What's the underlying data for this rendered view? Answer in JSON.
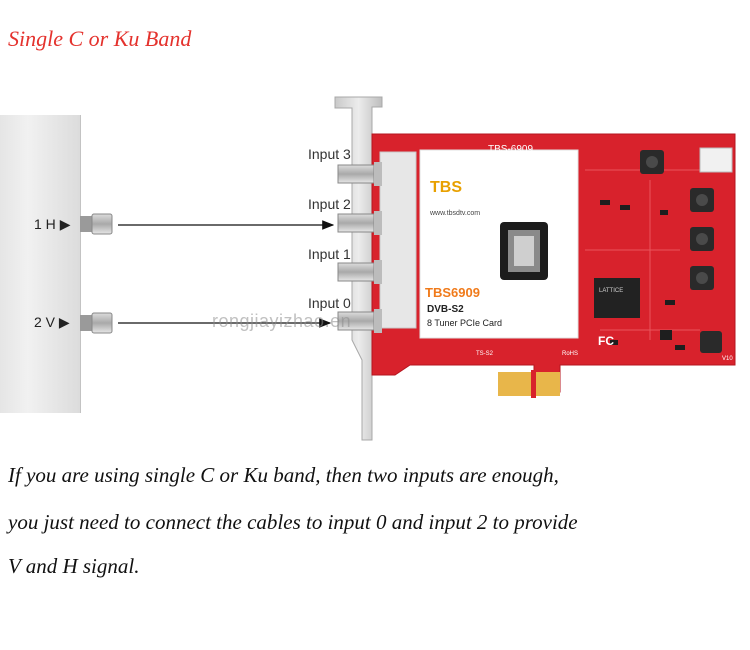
{
  "title": "Single C or Ku Band",
  "switch_ports": [
    {
      "label": "1 H",
      "arrow": "▶"
    },
    {
      "label": "2 V",
      "arrow": "▶"
    }
  ],
  "card_inputs": [
    "Input 3",
    "Input 2",
    "Input 1",
    "Input 0"
  ],
  "card": {
    "model_header": "TBS-6909",
    "brand_logo_text": "TBS",
    "website": "www.tbsdtv.com",
    "model": "TBS6909",
    "standard": "DVB-S2",
    "description": "8 Tuner PCIe Card",
    "chip_brand": "LATTICE",
    "cert_mark": "FC",
    "marking_rohs": "RoHS",
    "marking_v10": "V10",
    "marking_bottom": "TS-S2"
  },
  "watermark": "rongjiayizhao.en",
  "body_lines": [
    "If you are using single C or Ku band, then two inputs are enough,",
    "you just need to connect the cables to input 0 and input 2 to provide",
    "V and H signal."
  ],
  "colors": {
    "title": "#e4322d",
    "pcb": "#d8222c",
    "text": "#111111"
  }
}
